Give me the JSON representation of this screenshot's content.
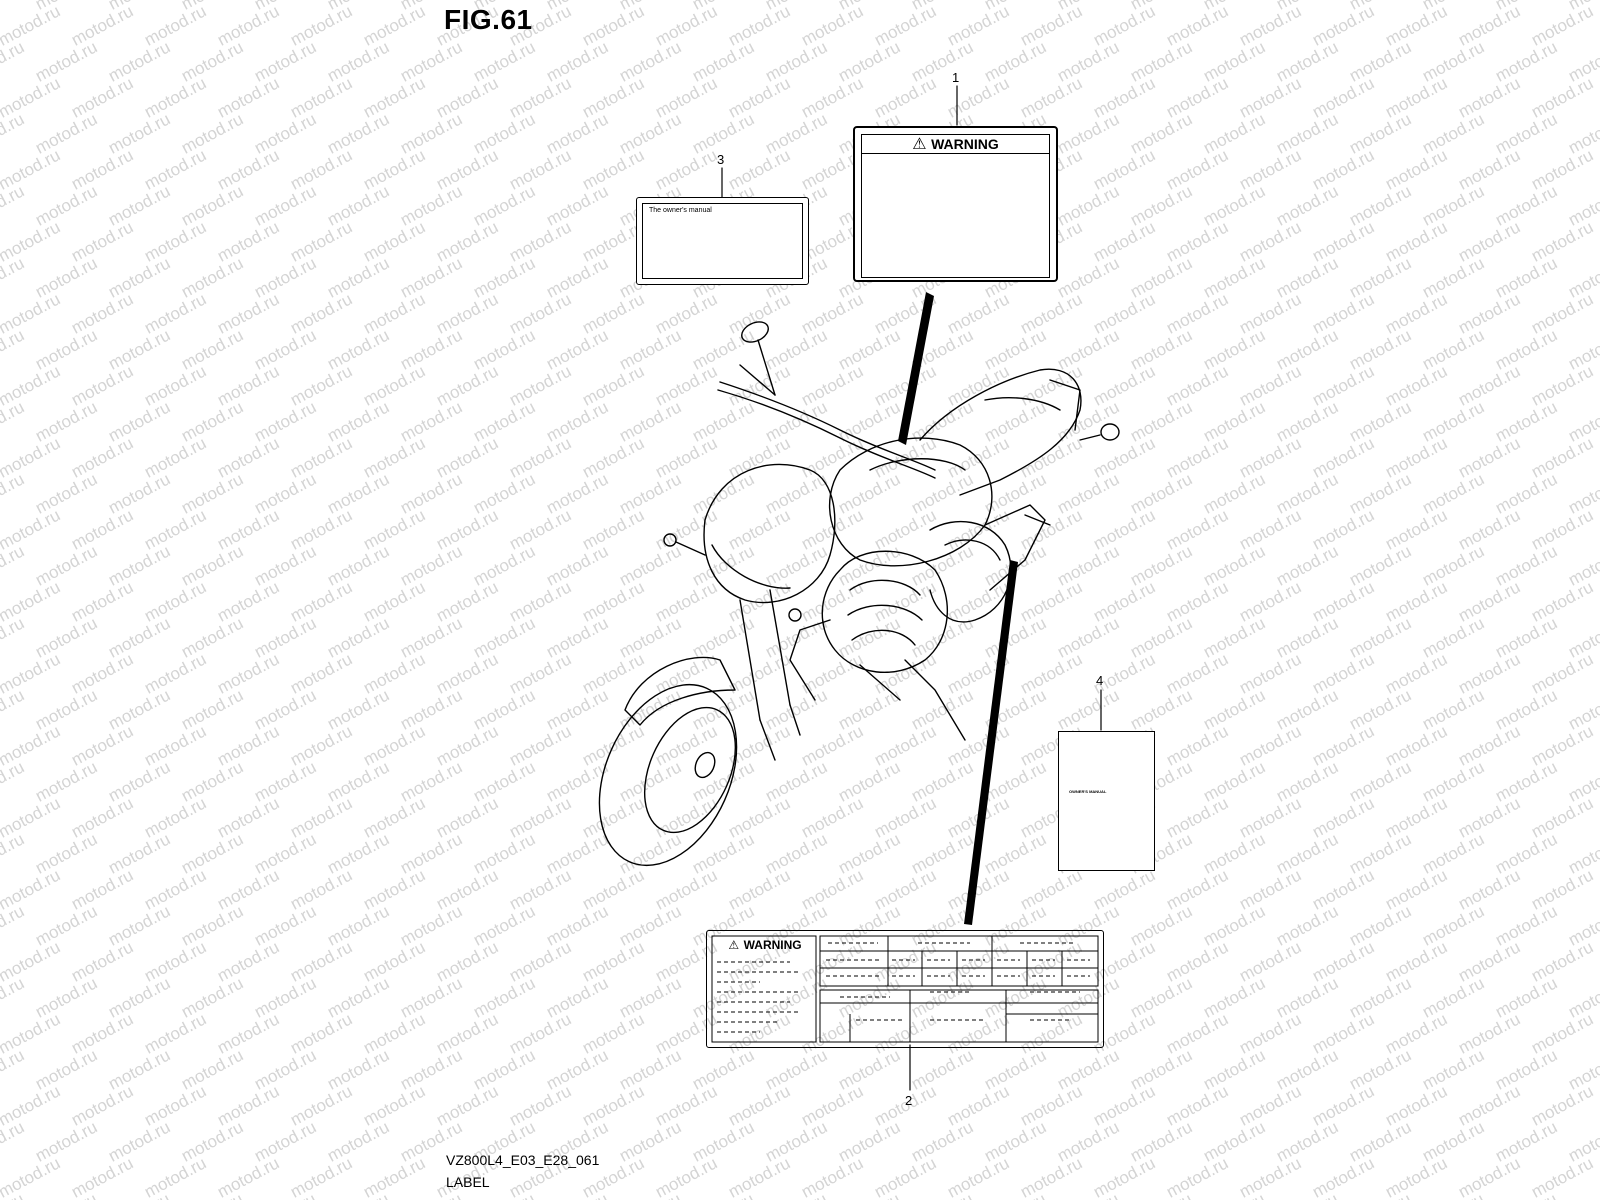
{
  "figure": {
    "title": "FIG.61",
    "code": "VZ800L4_E03_E28_061",
    "caption": "LABEL"
  },
  "watermark": "motod.ru",
  "callouts": [
    "1",
    "2",
    "3",
    "4"
  ],
  "labels": {
    "label1_warning": "WARNING",
    "label2_warning": "WARNING",
    "label3_heading": "The owner's manual",
    "label4_heading": "OWNER'S MANUAL"
  }
}
